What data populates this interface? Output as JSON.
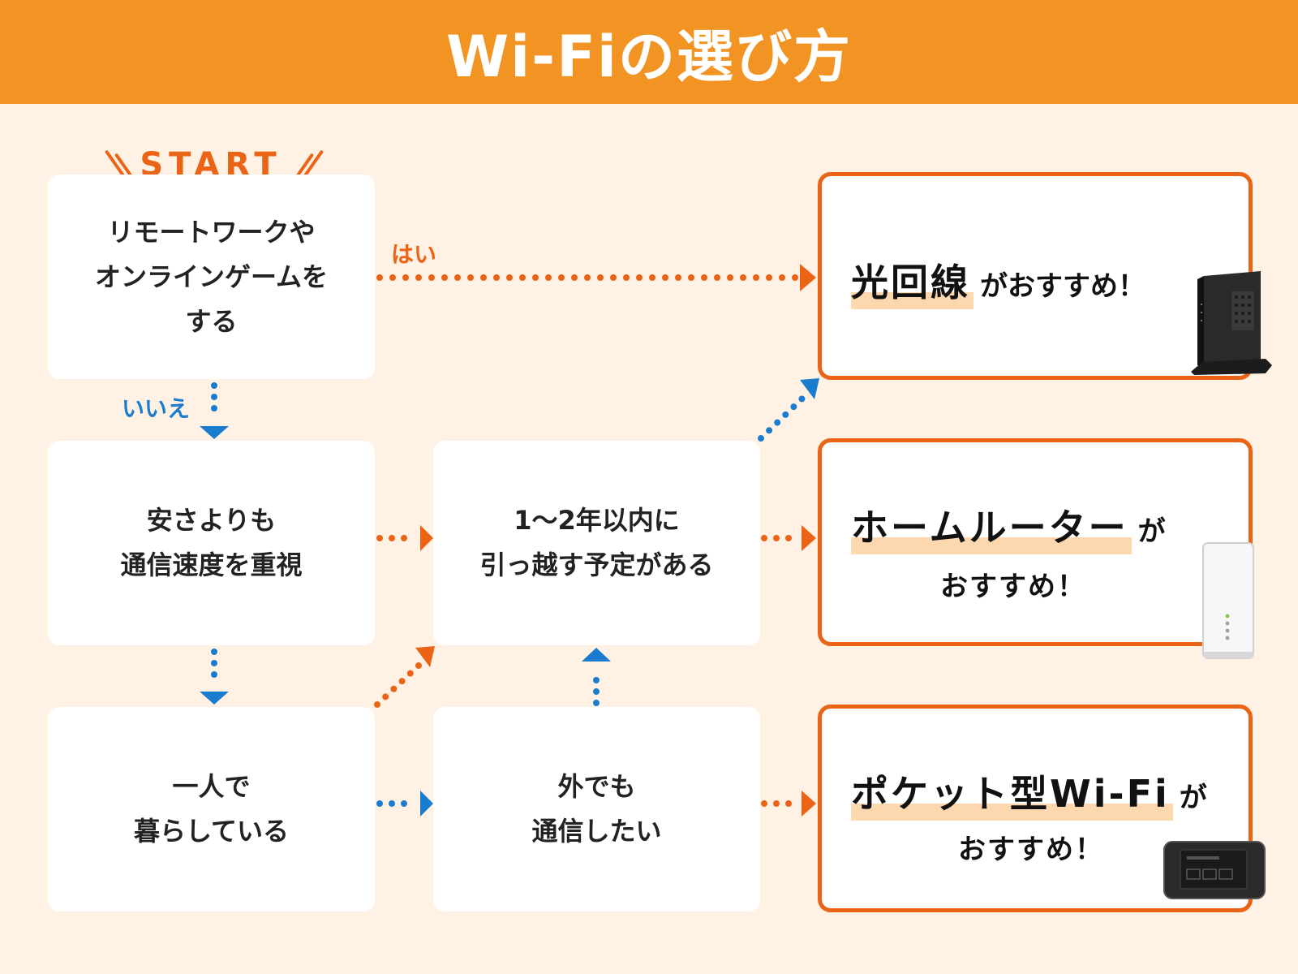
{
  "header": {
    "title": "Wi-Fiの選び方"
  },
  "start": {
    "label": "START"
  },
  "questions": [
    {
      "text": "リモートワークや\nオンラインゲームを\nする"
    },
    {
      "text": "安さよりも\n通信速度を重視"
    },
    {
      "text": "1〜2年以内に\n引っ越す予定がある"
    },
    {
      "text": "一人で\n暮らしている"
    },
    {
      "text": "外でも\n通信したい"
    }
  ],
  "labels": {
    "yes": "はい",
    "no": "いいえ"
  },
  "results": [
    {
      "highlight": "光回線",
      "suffix": "がおすすめ！",
      "line2": ""
    },
    {
      "highlight": "ホームルーター",
      "suffix": "が",
      "line2": "おすすめ！"
    },
    {
      "highlight": "ポケット型Wi-Fi",
      "suffix": "が",
      "line2": "おすすめ！"
    }
  ],
  "colors": {
    "header_bg": "#f29423",
    "page_bg": "#fff1e3",
    "accent_orange": "#eb6416",
    "accent_blue": "#1a7ccf",
    "highlight": "#fdd7ae"
  },
  "icons": {
    "result_1": "fiber-router-icon",
    "result_2": "home-router-icon",
    "result_3": "pocket-wifi-icon"
  }
}
